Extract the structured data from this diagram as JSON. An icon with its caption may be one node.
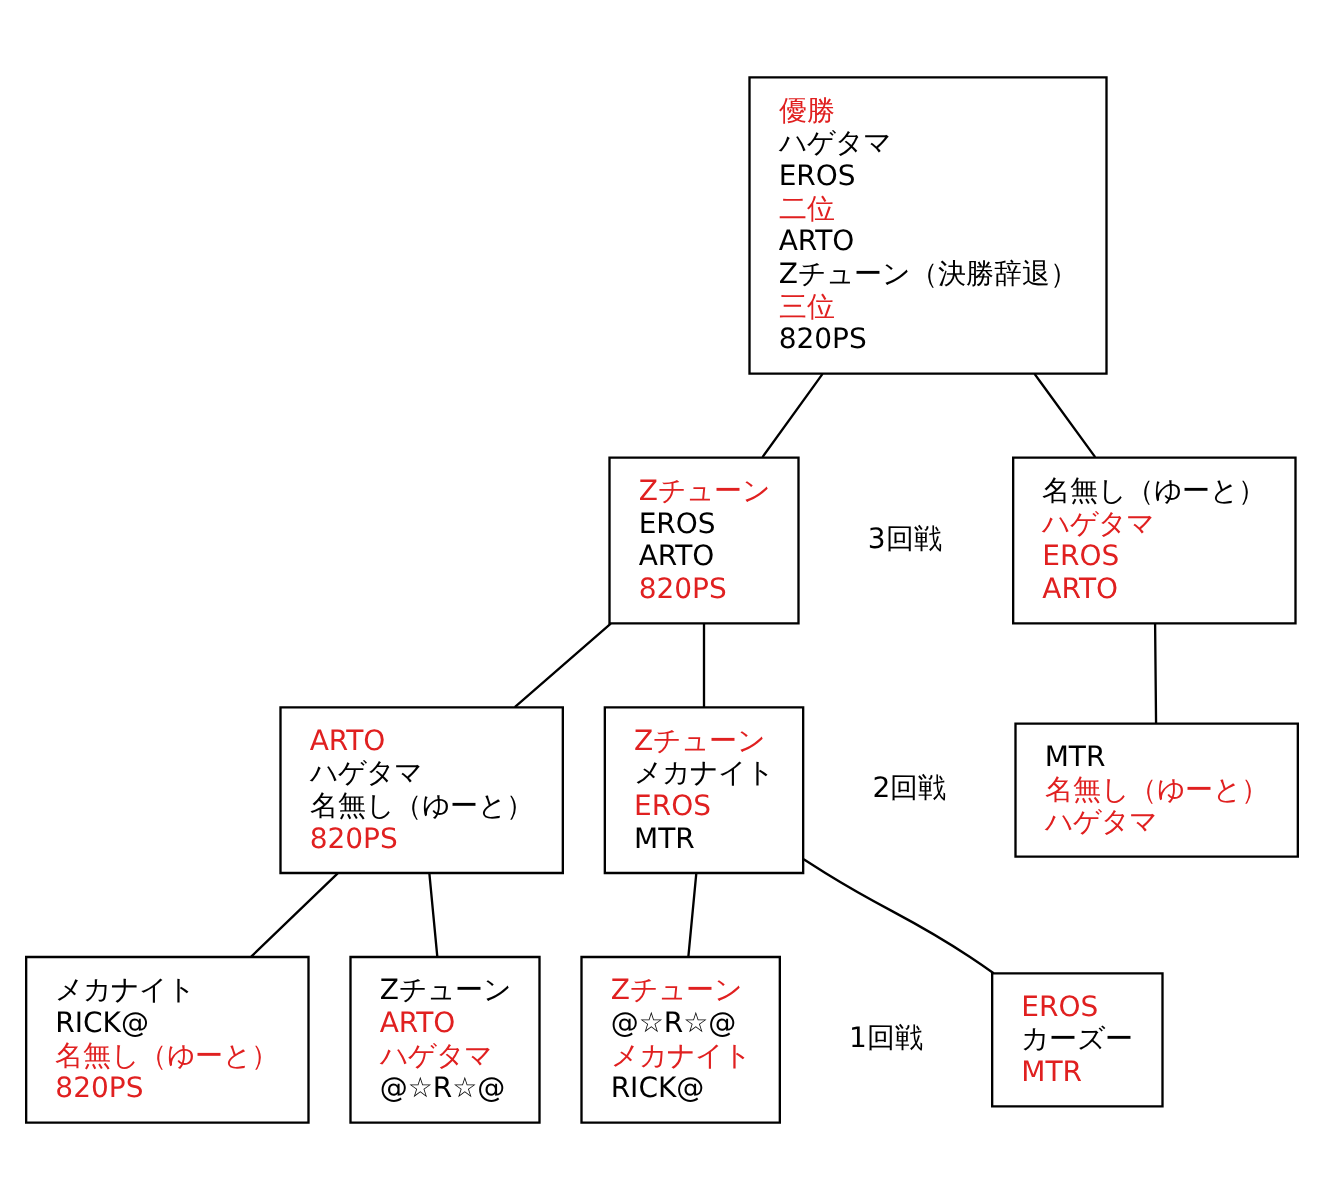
{
  "diagram": {
    "nodes": [
      {
        "text": [
          "優勝",
          "ハゲタマ",
          "EROS",
          "二位",
          "ARTO",
          "Zチューン（決勝辞退）",
          "三位",
          "820PS"
        ]
      },
      {
        "text": [
          "Zチューン",
          "EROS",
          "ARTO",
          "820PS"
        ]
      },
      {
        "text": [
          "名無し（ゆーと）",
          "ハゲタマ",
          "EROS",
          "ARTO"
        ]
      },
      {
        "text": [
          "ARTO",
          "ハゲタマ",
          "名無し（ゆーと）",
          "820PS"
        ]
      },
      {
        "text": [
          "Zチューン",
          "メカナイト",
          "EROS",
          "MTR"
        ]
      },
      {
        "text": [
          "MTR",
          "名無し（ゆーと）",
          "ハゲタマ"
        ]
      },
      {
        "text": [
          "メカナイト",
          "RICK@",
          "名無し（ゆーと）",
          "820PS"
        ]
      },
      {
        "text": [
          "Zチューン",
          "ARTO",
          "ハゲタマ",
          "@☆R☆@"
        ]
      },
      {
        "text": [
          "EROS",
          "カーズー",
          "MTR"
        ]
      },
      {
        "text": [
          "Zチューン",
          "@☆R☆@",
          "メカナイト",
          "RICK@"
        ]
      }
    ],
    "edges": [
      {
        "from": 0,
        "to": 1,
        "arrow": "none"
      },
      {
        "from": 0,
        "to": 2,
        "arrow": "none"
      },
      {
        "from": 1,
        "to": 3,
        "arrow": "none"
      },
      {
        "from": 1,
        "to": 4,
        "arrow": "none"
      },
      {
        "from": 2,
        "to": 5,
        "arrow": "none"
      },
      {
        "from": 3,
        "to": 6,
        "arrow": "none"
      },
      {
        "from": 3,
        "to": 7,
        "arrow": "none"
      },
      {
        "from": 4,
        "to": 8,
        "arrow": "none"
      },
      {
        "from": 4,
        "to": 9,
        "arrow": "none"
      }
    ],
    "labels": [
      "3回戦",
      "2回戦",
      "1回戦"
    ]
  }
}
